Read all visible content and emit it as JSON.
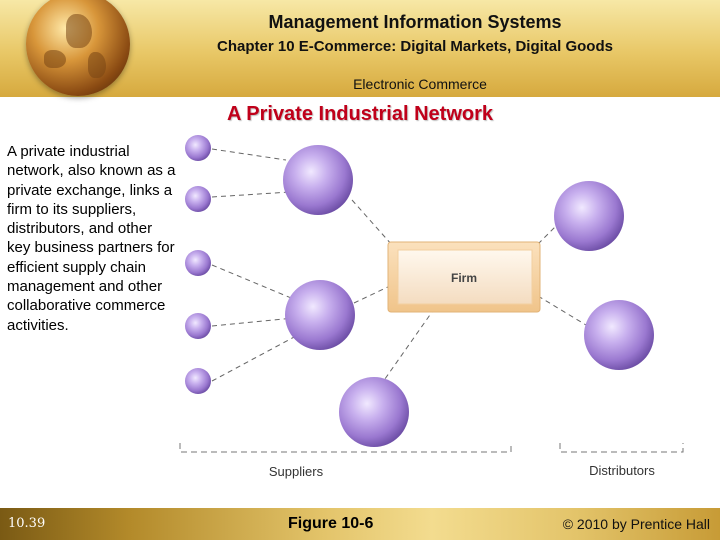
{
  "header": {
    "title": "Management Information Systems",
    "chapter": "Chapter 10 E-Commerce: Digital Markets, Digital Goods",
    "section": "Electronic Commerce"
  },
  "slide_title": "A Private Industrial Network",
  "body_text": "A private industrial network, also known as a private exchange, links a firm to its suppliers, distributors, and other key business partners for efficient supply chain management and other collaborative commerce activities.",
  "diagram": {
    "hub_label": "Firm",
    "supplier_label": "Suppliers",
    "distributor_label": "Distributors"
  },
  "footer": {
    "page_number": "10.39",
    "figure_label": "Figure 10-6",
    "copyright": "© 2010 by Prentice Hall"
  },
  "colors": {
    "title_red": "#c0001a",
    "node_purple": "#a98ad6",
    "hub_orange": "#f6d3a3"
  }
}
